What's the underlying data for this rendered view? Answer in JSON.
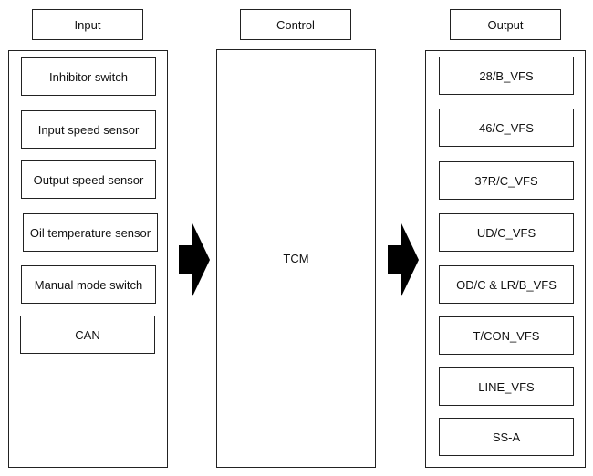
{
  "headers": {
    "input": "Input",
    "control": "Control",
    "output": "Output"
  },
  "inputs": [
    "Inhibitor switch",
    "Input speed sensor",
    "Output speed sensor",
    "Oil temperature sensor",
    "Manual mode switch",
    "CAN"
  ],
  "control": {
    "label": "TCM"
  },
  "outputs": [
    "28/B_VFS",
    "46/C_VFS",
    "37R/C_VFS",
    "UD/C_VFS",
    "OD/C & LR/B_VFS",
    "T/CON_VFS",
    "LINE_VFS",
    "SS-A"
  ],
  "arrows": [
    {
      "name": "input-to-control",
      "icon": "arrow-right-icon",
      "color": "#000000"
    },
    {
      "name": "control-to-output",
      "icon": "arrow-right-icon",
      "color": "#000000"
    }
  ]
}
